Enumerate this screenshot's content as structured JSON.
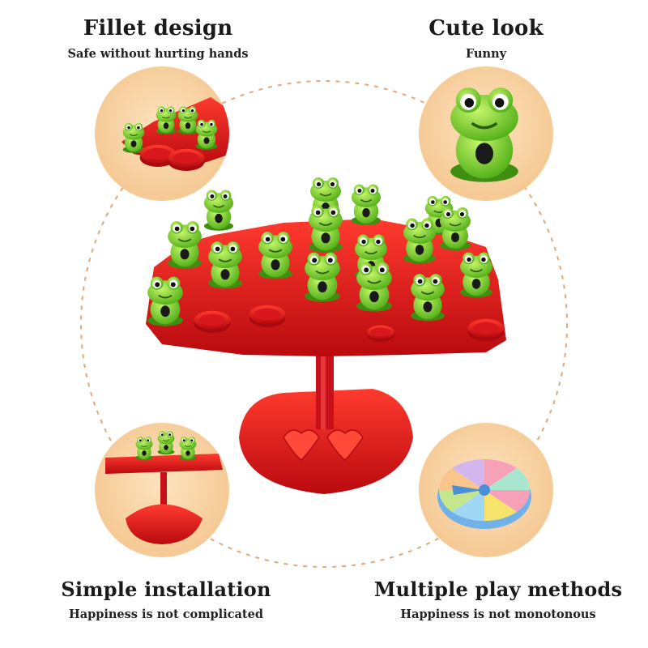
{
  "features": {
    "top_left": {
      "title": "Fillet design",
      "subtitle": "Safe without hurting hands"
    },
    "top_right": {
      "title": "Cute look",
      "subtitle": "Funny"
    },
    "bottom_left": {
      "title": "Simple installation",
      "subtitle": "Happiness is not complicated"
    },
    "bottom_right": {
      "title": "Multiple play methods",
      "subtitle": "Happiness is not monotonous"
    }
  },
  "colors": {
    "circle_fill": "#f7cf9e",
    "toy_red": "#e0141a",
    "frog_green": "#7ed321",
    "dashed_ring": "#e0a87a"
  },
  "icons": [
    "frog-toy",
    "tree-balance-toy",
    "spinner-wheel"
  ]
}
